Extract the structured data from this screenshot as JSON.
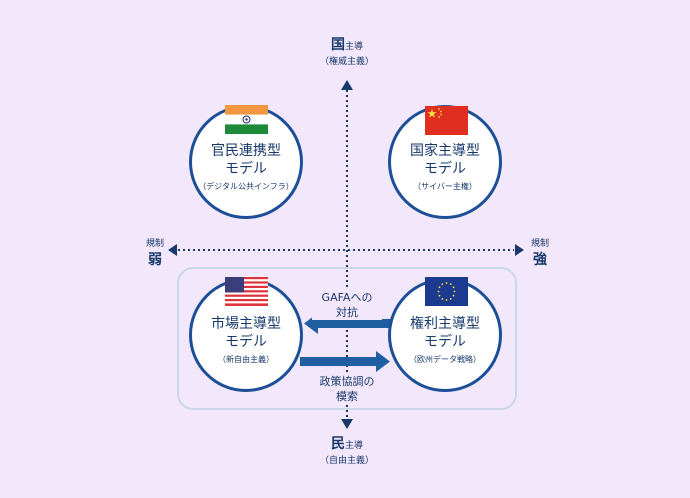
{
  "axes": {
    "top": {
      "main": "国",
      "sub": "主導",
      "note": "（権威主義）"
    },
    "bottom": {
      "main": "民",
      "sub": "主導",
      "note": "（自由主義）"
    },
    "left": {
      "sub": "規制",
      "main": "弱"
    },
    "right": {
      "sub": "規制",
      "main": "強"
    }
  },
  "models": [
    {
      "flag": "india-flag",
      "line1": "官民連携型",
      "line2": "モデル",
      "note": "（デジタル公共インフラ）"
    },
    {
      "flag": "china-flag",
      "line1": "国家主導型",
      "line2": "モデル",
      "note": "（サイバー主権）"
    },
    {
      "flag": "usa-flag",
      "line1": "市場主導型",
      "line2": "モデル",
      "note": "（新自由主義）"
    },
    {
      "flag": "eu-flag",
      "line1": "権利主導型",
      "line2": "モデル",
      "note": "（欧州データ戦略）"
    }
  ],
  "arrows": {
    "eu_to_us": {
      "line1": "GAFAへの",
      "line2": "対抗"
    },
    "us_to_eu": {
      "line1": "政策協調の",
      "line2": "模索"
    }
  },
  "colors": {
    "navy": "#17396b",
    "circle_border": "#1c4f97",
    "arrow": "#1f5ea0",
    "background": "#f3e7fb"
  }
}
